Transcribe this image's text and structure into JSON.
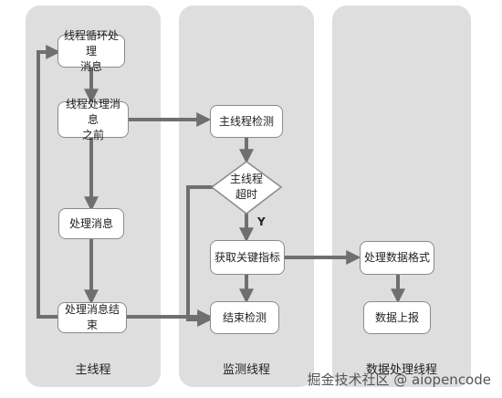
{
  "lanes": [
    {
      "label": "主线程"
    },
    {
      "label": "监测线程"
    },
    {
      "label": "数据处理线程"
    }
  ],
  "nodes": {
    "loop_process_message": "线程循环处理\n消息",
    "before_process": "线程处理消息\n之前",
    "process_message": "处理消息",
    "process_message_end": "处理消息结束",
    "main_thread_detect": "主线程检测",
    "main_thread_timeout": "主线程\n超时",
    "get_key_metrics": "获取关键指标",
    "end_detect": "结束检测",
    "format_data": "处理数据格式",
    "report_data": "数据上报"
  },
  "edge_labels": {
    "yes": "Y"
  },
  "watermark": "掘金技术社区 @ aiopencode",
  "colors": {
    "lane": "#dedede",
    "arrow": "#6f6f6f",
    "node_border": "#8a8a8a"
  }
}
